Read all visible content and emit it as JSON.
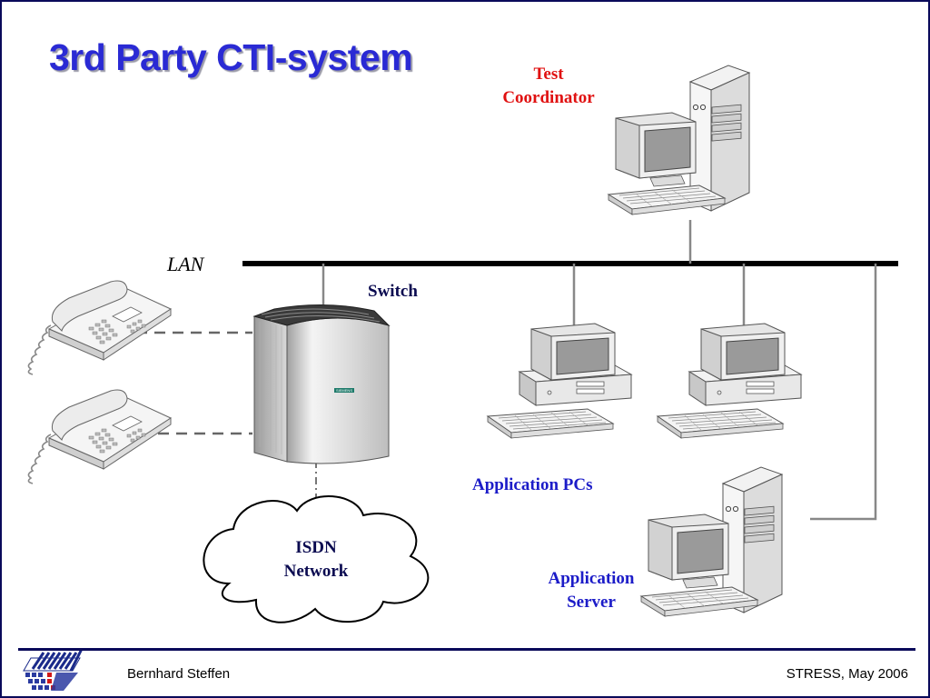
{
  "slide": {
    "title": "3rd Party CTI-system",
    "network_label": "LAN",
    "switch_label": "Switch",
    "switch_brand": "SIEMENS",
    "test_coordinator_label": [
      "Test",
      "Coordinator"
    ],
    "isdn_label": [
      "ISDN",
      "Network"
    ],
    "application_pcs_label": "Application PCs",
    "application_server_label": [
      "Application",
      "Server"
    ]
  },
  "footer": {
    "author": "Bernhard Steffen",
    "event": "STRESS, May 2006"
  },
  "colors": {
    "title": "#2a2ad4",
    "label_red": "#e01010",
    "label_blue": "#1c1cc8",
    "frame": "#0a0a5a",
    "lan_bus": "#000000",
    "connector": "#888888"
  },
  "icons": [
    "telephone-icon",
    "pbx-switch-icon",
    "desktop-pc-icon",
    "tower-server-icon",
    "cloud-icon",
    "university-logo"
  ]
}
